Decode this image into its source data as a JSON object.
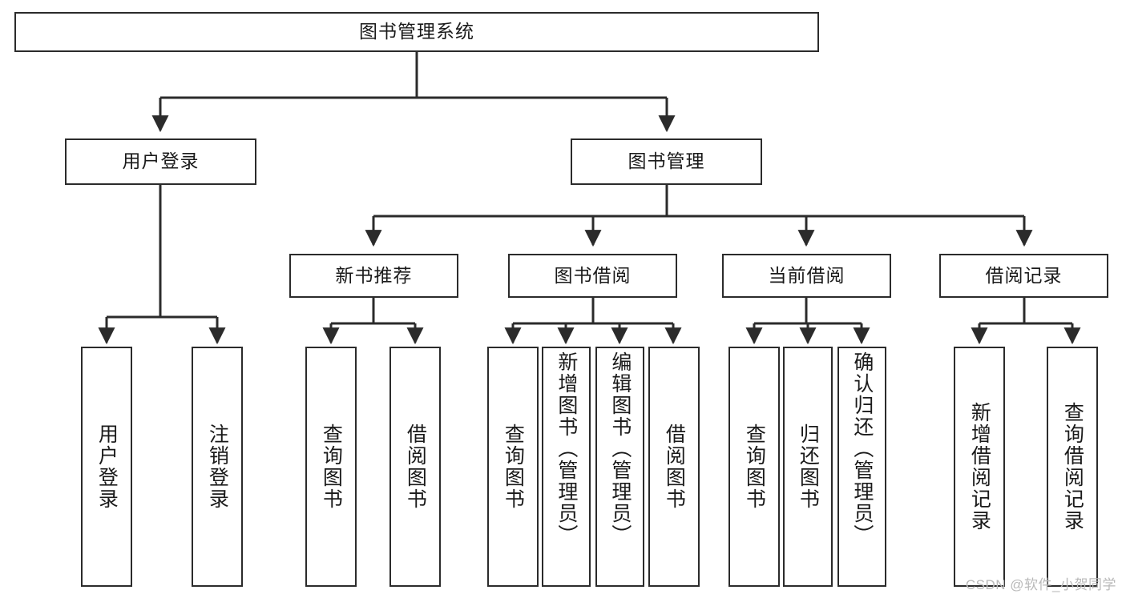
{
  "diagram": {
    "type": "tree-hierarchy",
    "title": "图书管理系统",
    "background_color": "#ffffff",
    "line_color": "#2b2b2b",
    "text_color": "#1a1a1a",
    "root": {
      "id": "root",
      "label": "图书管理系统"
    },
    "level2": [
      {
        "id": "user-login",
        "label": "用户登录"
      },
      {
        "id": "book-manage",
        "label": "图书管理"
      }
    ],
    "level3": [
      {
        "id": "new-book-rec",
        "label": "新书推荐",
        "parent": "book-manage"
      },
      {
        "id": "book-borrow",
        "label": "图书借阅",
        "parent": "book-manage"
      },
      {
        "id": "current-borrow",
        "label": "当前借阅",
        "parent": "book-manage"
      },
      {
        "id": "borrow-record",
        "label": "借阅记录",
        "parent": "book-manage"
      }
    ],
    "leaves": [
      {
        "id": "leaf-user-login",
        "label": "用户登录",
        "parent": "user-login"
      },
      {
        "id": "leaf-logout",
        "label": "注销登录",
        "parent": "user-login"
      },
      {
        "id": "leaf-query-book-1",
        "label": "查询图书",
        "parent": "new-book-rec"
      },
      {
        "id": "leaf-borrow-book-1",
        "label": "借阅图书",
        "parent": "new-book-rec"
      },
      {
        "id": "leaf-query-book-2",
        "label": "查询图书",
        "parent": "book-borrow"
      },
      {
        "id": "leaf-add-book",
        "label": "新增图书（管理员）",
        "parent": "book-borrow"
      },
      {
        "id": "leaf-edit-book",
        "label": "编辑图书（管理员）",
        "parent": "book-borrow"
      },
      {
        "id": "leaf-borrow-book-2",
        "label": "借阅图书",
        "parent": "book-borrow"
      },
      {
        "id": "leaf-query-book-3",
        "label": "查询图书",
        "parent": "current-borrow"
      },
      {
        "id": "leaf-return-book",
        "label": "归还图书",
        "parent": "current-borrow"
      },
      {
        "id": "leaf-confirm-return",
        "label": "确认归还（管理员）",
        "parent": "current-borrow"
      },
      {
        "id": "leaf-add-record",
        "label": "新增借阅记录",
        "parent": "borrow-record"
      },
      {
        "id": "leaf-query-record",
        "label": "查询借阅记录",
        "parent": "borrow-record"
      }
    ]
  },
  "watermark": {
    "text": "CSDN @软件_小贺同学"
  }
}
